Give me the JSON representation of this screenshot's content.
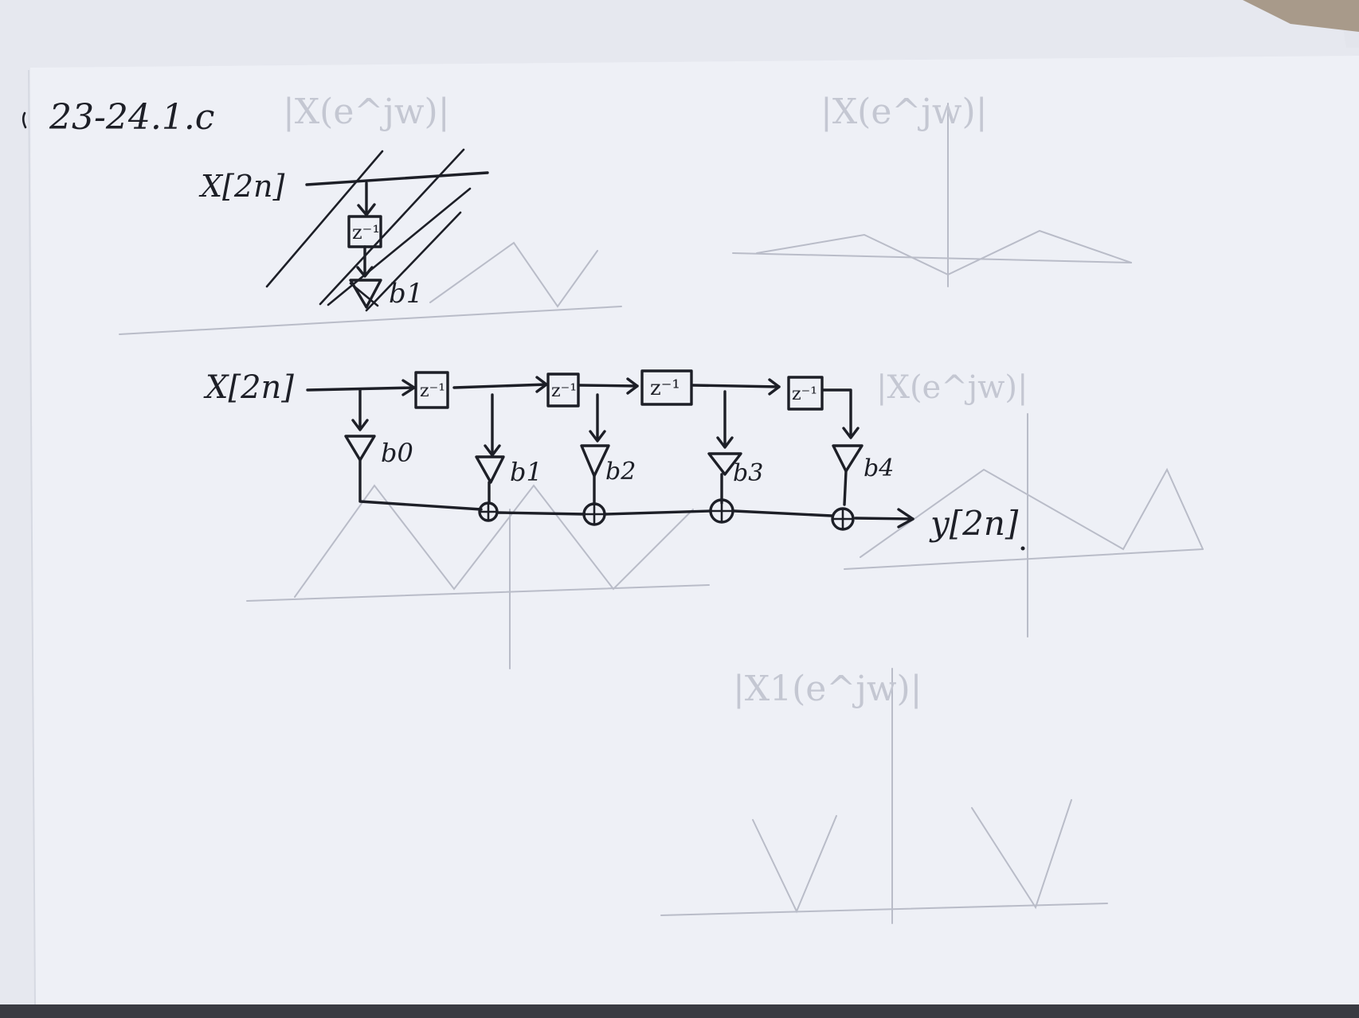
{
  "heading": "23-24.1.c",
  "diagram_top": {
    "input_label": "X[2n]",
    "delay_label": "z⁻¹",
    "gain_label": "b1",
    "note": "crossed out"
  },
  "diagram_main": {
    "input_label": "X[2n]",
    "output_label": "y[2n]",
    "delay_label": "z⁻¹",
    "gain_labels": [
      "b0",
      "b1",
      "b2",
      "b3",
      "b4"
    ]
  },
  "colors": {
    "ink": "#1d1f27",
    "paper": "#eef0f6",
    "paper_shadow": "#dfe2ea",
    "table": "#9b8f83",
    "bleed_through": "#b9bcc8"
  },
  "icon_names": [
    "delay-block",
    "gain-triangle",
    "adder-circle",
    "arrow-head"
  ]
}
